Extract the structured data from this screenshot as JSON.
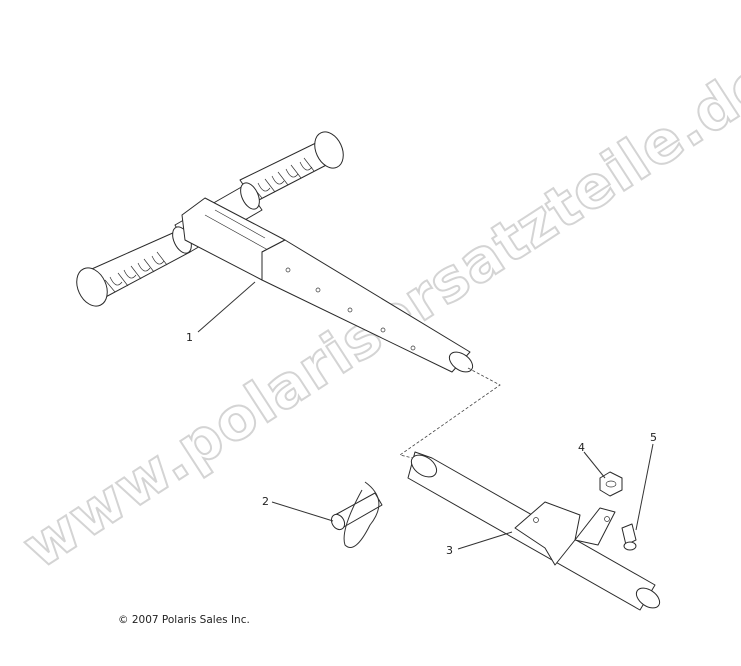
{
  "watermark": "www.polarisersatzteile.de",
  "copyright": "© 2007 Polaris Sales Inc.",
  "callouts": [
    {
      "id": "1",
      "label": "1"
    },
    {
      "id": "2",
      "label": "2"
    },
    {
      "id": "3",
      "label": "3"
    },
    {
      "id": "4",
      "label": "4"
    },
    {
      "id": "5",
      "label": "5"
    }
  ]
}
